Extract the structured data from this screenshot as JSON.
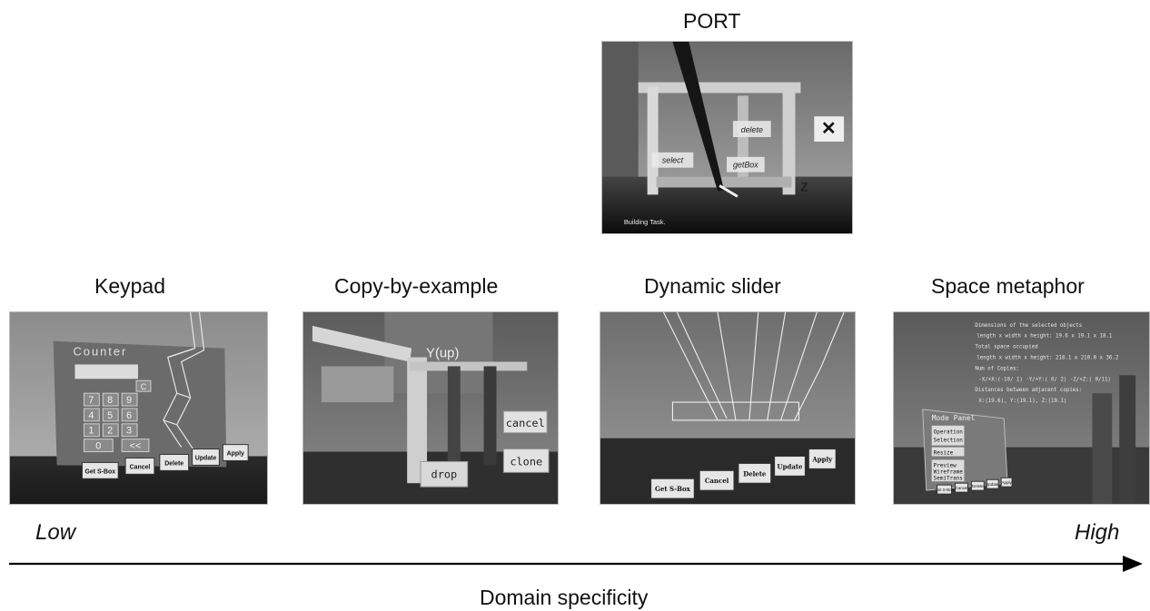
{
  "top": {
    "title": "PORT",
    "shot_caption": "Building Task."
  },
  "techniques": [
    {
      "title": "Keypad"
    },
    {
      "title": "Copy-by-example"
    },
    {
      "title": "Dynamic slider"
    },
    {
      "title": "Space metaphor"
    }
  ],
  "axis": {
    "low": "Low",
    "high": "High",
    "label": "Domain specificity"
  },
  "screens": {
    "port": {
      "btn_delete": "delete",
      "btn_select": "select",
      "btn_getbox": "getBox",
      "z": "Z"
    },
    "keypad": {
      "panel_title": "Counter",
      "keys": [
        "7",
        "8",
        "9",
        "4",
        "5",
        "6",
        "1",
        "2",
        "3",
        "0",
        "<<",
        "C"
      ],
      "buttons": [
        "Get S-Box",
        "Cancel",
        "Delete",
        "Update",
        "Apply"
      ]
    },
    "copy": {
      "axis_label": "Y(up)",
      "btn_cancel": "cancel",
      "btn_clone": "clone",
      "btn_drop": "drop"
    },
    "slider": {
      "buttons": [
        "Get S-Box",
        "Cancel",
        "Delete",
        "Update",
        "Apply"
      ]
    },
    "space": {
      "info_lines": [
        "Dimensions of the selected objects",
        "length x width x height: 19.6 x 19.1 x 18.1",
        "Total space occupied",
        "length x width x height: 218.1 x 210.0 x 36.2",
        "Num of Copies:",
        "-X/+X:(-10/ 1) -Y/+Y:( 0/ 2) -Z/+Z:( 0/11)",
        "Distances between adjacent copies:",
        "X:(19.6), Y:(19.1), Z:(19.1)"
      ],
      "panel_title": "Mode Panel",
      "panel_items": [
        "Operation",
        "Selection",
        "Resize",
        "Preview",
        "Wireframe",
        "SemiTrans"
      ],
      "buttons": [
        "Get S-Box",
        "Cancel",
        "Delete",
        "Update",
        "Apply"
      ]
    }
  }
}
